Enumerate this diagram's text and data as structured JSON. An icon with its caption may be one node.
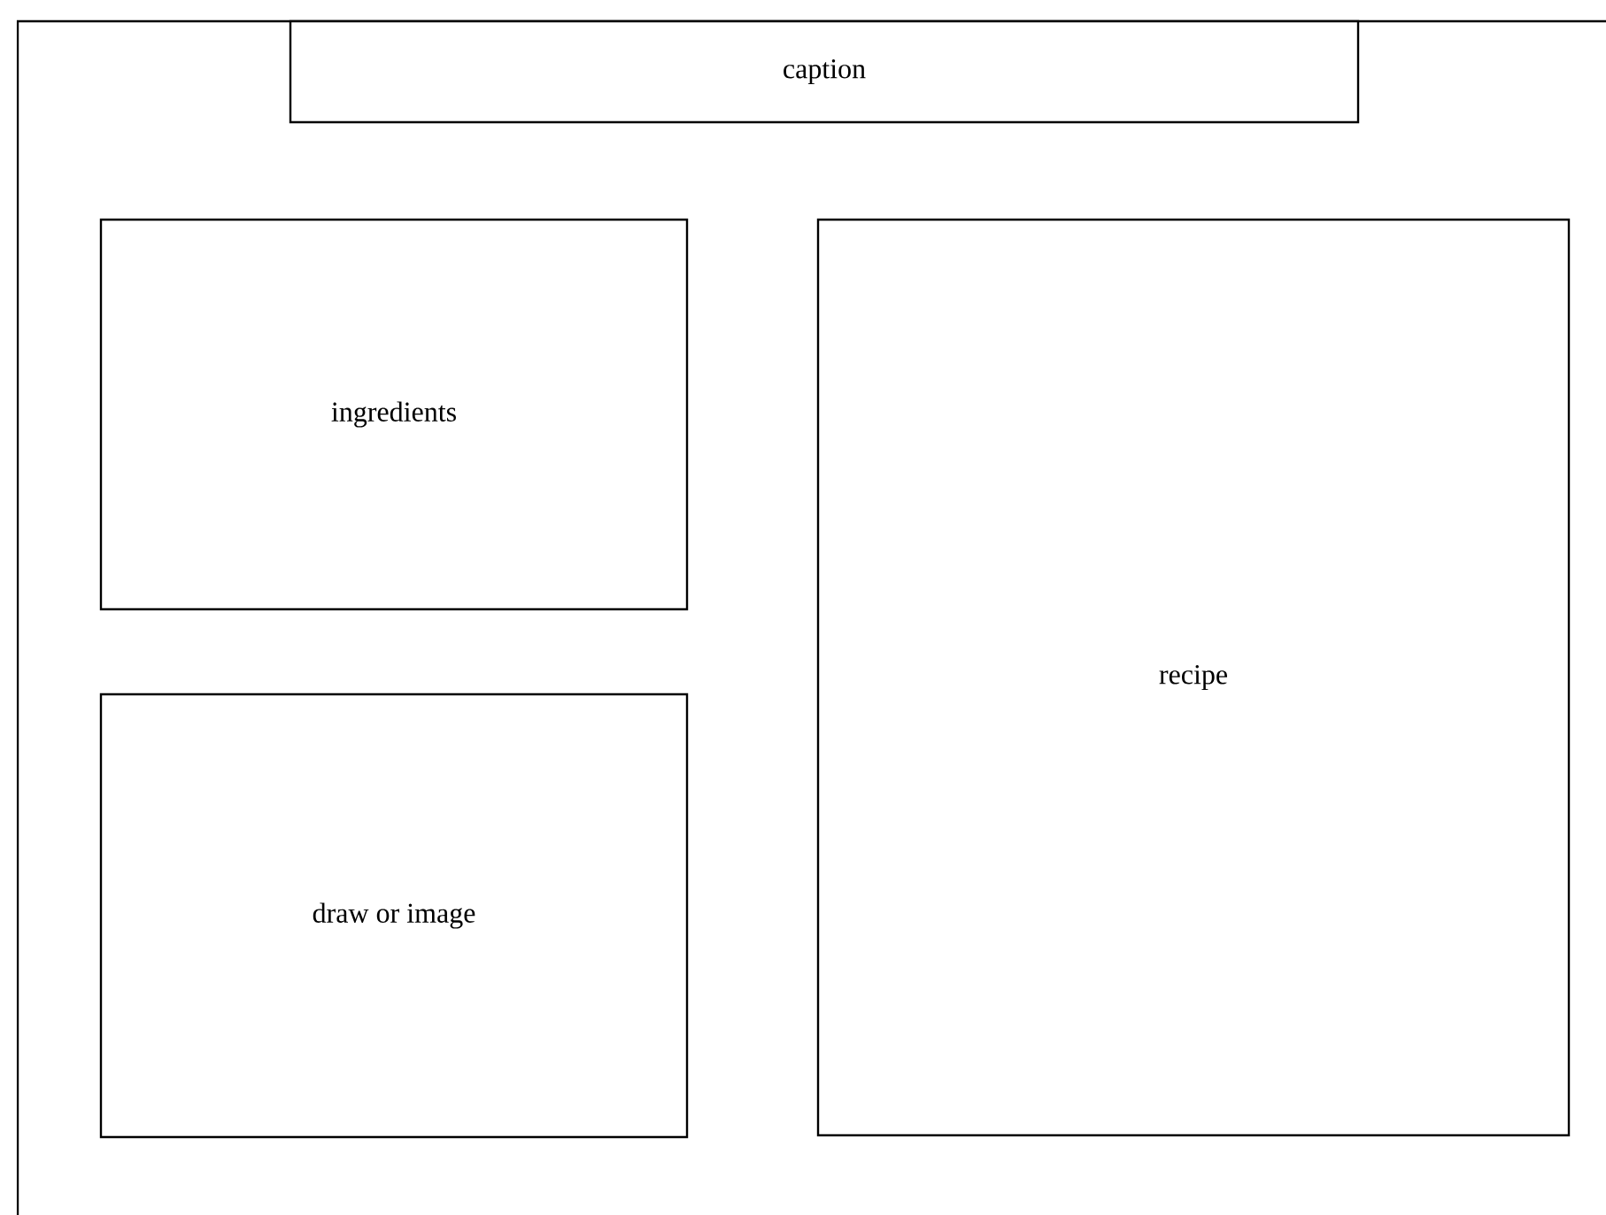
{
  "diagram": {
    "nodes": [
      {
        "text": [
          "caption"
        ]
      },
      {
        "text": [
          "ingredients"
        ]
      },
      {
        "text": [
          "recipe"
        ]
      },
      {
        "text": [
          "draw or image"
        ]
      }
    ]
  }
}
